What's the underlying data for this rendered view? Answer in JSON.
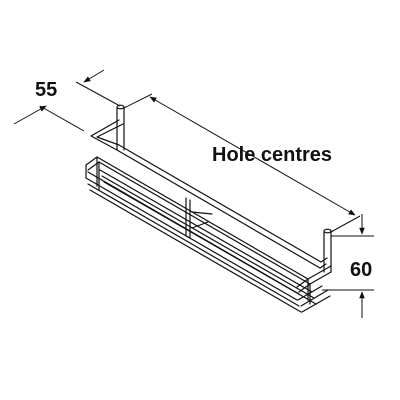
{
  "dimensions": {
    "depth_label": "55",
    "width_label": "Hole centres",
    "height_label": "60"
  },
  "colors": {
    "line": "#111111",
    "background": "#ffffff"
  }
}
